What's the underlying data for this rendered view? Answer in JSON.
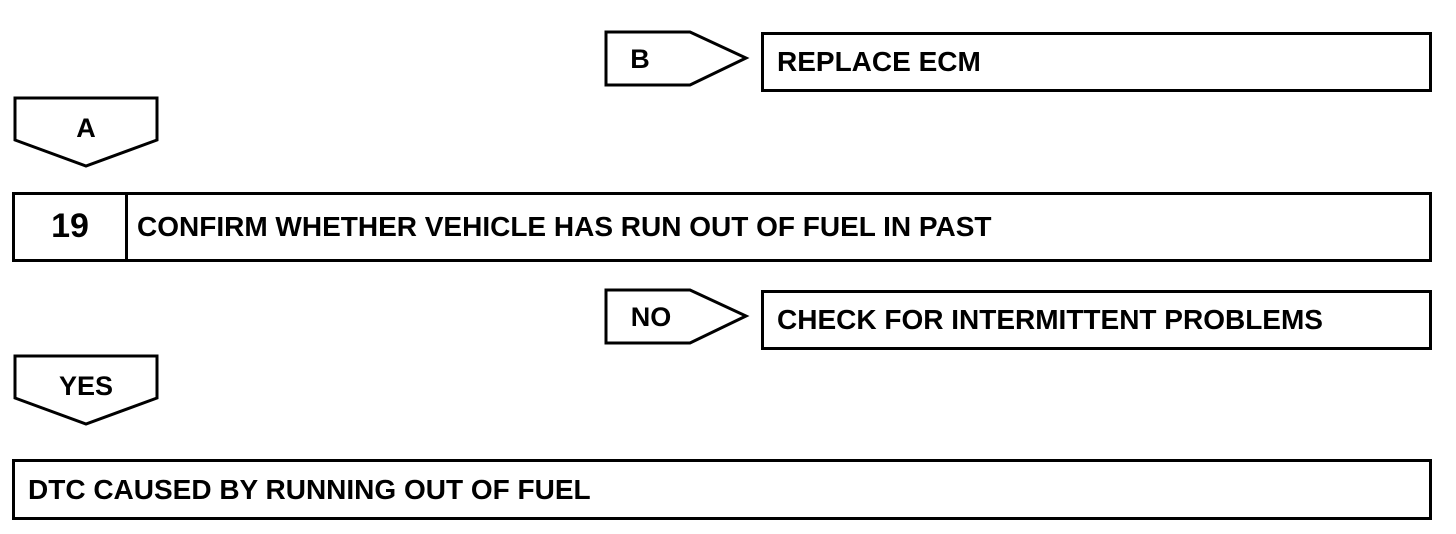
{
  "flow": {
    "branch_b": {
      "tag": "B",
      "result": "REPLACE ECM"
    },
    "entry_a": {
      "tag": "A"
    },
    "step": {
      "number": "19",
      "text": "CONFIRM WHETHER VEHICLE HAS RUN OUT OF FUEL IN PAST"
    },
    "branch_no": {
      "tag": "NO",
      "result": "CHECK FOR INTERMITTENT PROBLEMS"
    },
    "branch_yes": {
      "tag": "YES"
    },
    "final": {
      "text": "DTC CAUSED BY RUNNING OUT OF FUEL"
    }
  },
  "colors": {
    "line": "#000000",
    "background": "#ffffff"
  }
}
